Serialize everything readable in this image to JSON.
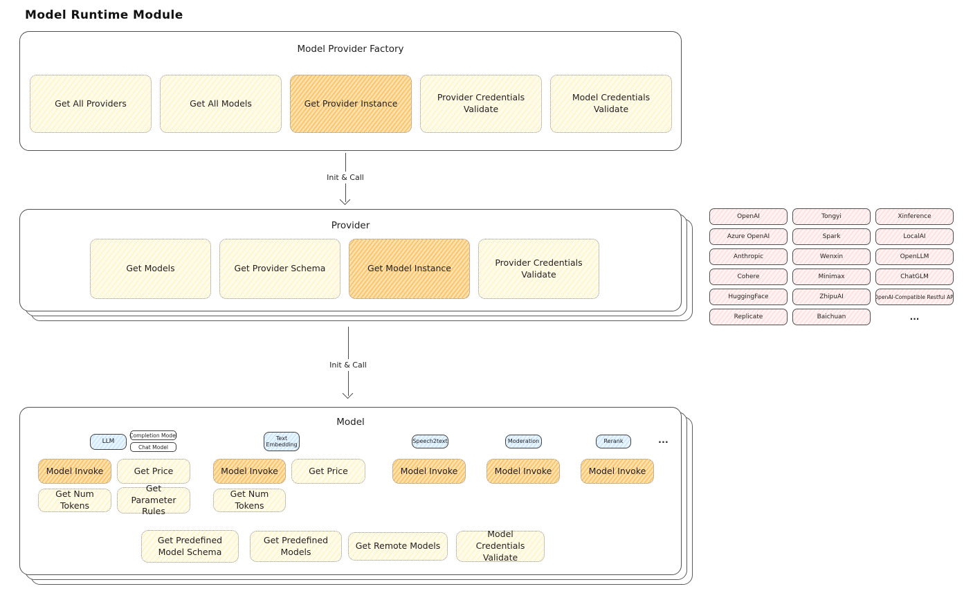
{
  "title": "Model Runtime Module",
  "arrows": {
    "first": "Init & Call",
    "second": "Init & Call"
  },
  "factory": {
    "title": "Model Provider Factory",
    "buttons": [
      {
        "label": "Get All Providers",
        "highlight": false
      },
      {
        "label": "Get All Models",
        "highlight": false
      },
      {
        "label": "Get Provider Instance",
        "highlight": true
      },
      {
        "label": "Provider Credentials Validate",
        "highlight": false
      },
      {
        "label": "Model Credentials Validate",
        "highlight": false
      }
    ]
  },
  "provider": {
    "title": "Provider",
    "buttons": [
      {
        "label": "Get Models",
        "highlight": false
      },
      {
        "label": "Get Provider Schema",
        "highlight": false
      },
      {
        "label": "Get Model Instance",
        "highlight": true
      },
      {
        "label": "Provider Credentials Validate",
        "highlight": false
      }
    ]
  },
  "providers_grid": {
    "items": [
      "OpenAI",
      "Tongyi",
      "Xinference",
      "Azure OpenAI",
      "Spark",
      "LocalAI",
      "Anthropic",
      "Wenxin",
      "OpenLLM",
      "Cohere",
      "Minimax",
      "ChatGLM",
      "HuggingFace",
      "ZhipuAI",
      "OpenAI-Compatible Restful API",
      "Replicate",
      "Baichuan"
    ],
    "more": "..."
  },
  "model": {
    "title": "Model",
    "tags": {
      "llm": "LLM",
      "completion": "Completion Model",
      "chat": "Chat Model",
      "text_embedding": "Text Embedding",
      "speech2text": "Speech2text",
      "moderation": "Moderation",
      "rerank": "Rerank",
      "more": "..."
    },
    "buttons": {
      "llm_invoke": "Model Invoke",
      "llm_get_price": "Get Price",
      "llm_get_num_tokens": "Get Num Tokens",
      "llm_get_parameter_rules": "Get Parameter Rules",
      "te_invoke": "Model Invoke",
      "te_get_price": "Get Price",
      "te_get_num_tokens": "Get Num Tokens",
      "s2t_invoke": "Model Invoke",
      "mod_invoke": "Model Invoke",
      "rerank_invoke": "Model Invoke"
    },
    "bottom_buttons": [
      {
        "label": "Get Predefined Model Schema"
      },
      {
        "label": "Get Predefined Models"
      },
      {
        "label": "Get Remote Models"
      },
      {
        "label": "Model Credentials Validate"
      }
    ]
  },
  "colors": {
    "highlight_fill": "#f59f00",
    "yellow_fill": "#ffec99",
    "pink_fill": "#ffc9c9",
    "blue_fill": "#a5d8ff",
    "stroke": "#4a4a4a"
  }
}
